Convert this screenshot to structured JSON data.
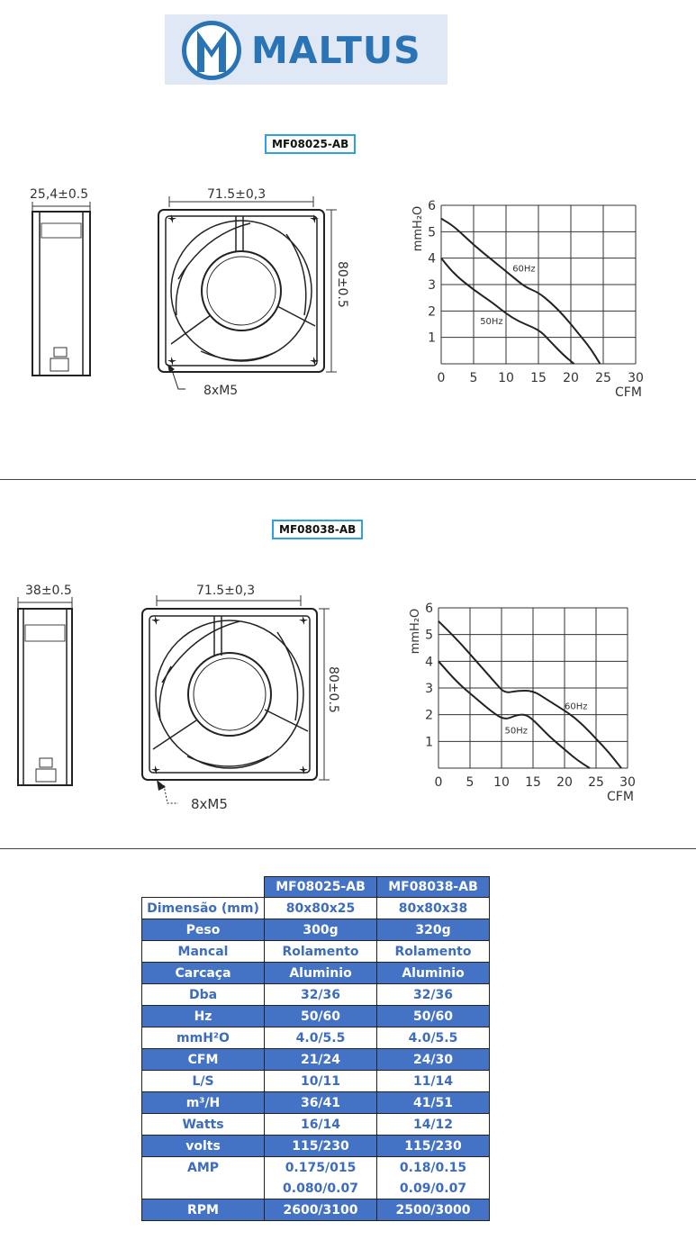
{
  "brand": {
    "name": "MALTUS",
    "mark": "M",
    "color": "#2a74b5"
  },
  "models": [
    {
      "tag": "MF08025-AB",
      "depth_dim": "25,4±0.5",
      "width_dim": "71.5±0,3",
      "height_dim": "80±0.5",
      "holes": "8xM5",
      "chart_data": {
        "type": "line",
        "ylabel": "mmH₂O",
        "xlabel": "CFM",
        "xlim": [
          0,
          30
        ],
        "ylim": [
          0,
          6
        ],
        "x_ticks": [
          "0",
          "5",
          "10",
          "15",
          "20",
          "25",
          "30"
        ],
        "y_ticks": [
          "1",
          "2",
          "3",
          "4",
          "5",
          "6"
        ],
        "series": [
          {
            "name": "60Hz",
            "points": [
              [
                0,
                5.5
              ],
              [
                2,
                5.2
              ],
              [
                5,
                4.5
              ],
              [
                8,
                3.9
              ],
              [
                11,
                3.3
              ],
              [
                13,
                2.9
              ],
              [
                15,
                2.7
              ],
              [
                17,
                2.3
              ],
              [
                19,
                1.8
              ],
              [
                21,
                1.2
              ],
              [
                23,
                0.6
              ],
              [
                24.5,
                0
              ]
            ]
          },
          {
            "name": "50Hz",
            "points": [
              [
                0,
                4.0
              ],
              [
                2,
                3.4
              ],
              [
                5,
                2.8
              ],
              [
                8,
                2.3
              ],
              [
                10,
                1.9
              ],
              [
                12,
                1.6
              ],
              [
                14,
                1.4
              ],
              [
                15.5,
                1.2
              ],
              [
                17,
                0.8
              ],
              [
                19,
                0.3
              ],
              [
                20.5,
                0
              ]
            ]
          }
        ],
        "grid": true
      }
    },
    {
      "tag": "MF08038-AB",
      "depth_dim": "38±0.5",
      "width_dim": "71.5±0,3",
      "height_dim": "80±0.5",
      "holes": "8xM5",
      "chart_data": {
        "type": "line",
        "ylabel": "mmH₂O",
        "xlabel": "CFM",
        "xlim": [
          0,
          30
        ],
        "ylim": [
          0,
          6
        ],
        "x_ticks": [
          "0",
          "5",
          "10",
          "15",
          "20",
          "25",
          "30"
        ],
        "y_ticks": [
          "1",
          "2",
          "3",
          "4",
          "5",
          "6"
        ],
        "series": [
          {
            "name": "60Hz",
            "points": [
              [
                0,
                5.5
              ],
              [
                3,
                4.8
              ],
              [
                6,
                4.0
              ],
              [
                9,
                3.2
              ],
              [
                10.5,
                2.8
              ],
              [
                12.5,
                2.9
              ],
              [
                15,
                2.9
              ],
              [
                17,
                2.6
              ],
              [
                19,
                2.3
              ],
              [
                21,
                2.0
              ],
              [
                23,
                1.6
              ],
              [
                25,
                1.1
              ],
              [
                27,
                0.6
              ],
              [
                29,
                0
              ]
            ]
          },
          {
            "name": "50Hz",
            "points": [
              [
                0,
                4.0
              ],
              [
                3,
                3.2
              ],
              [
                6,
                2.6
              ],
              [
                8.5,
                2.1
              ],
              [
                10.5,
                1.8
              ],
              [
                12.5,
                2.0
              ],
              [
                14,
                2.0
              ],
              [
                15.5,
                1.7
              ],
              [
                17.5,
                1.2
              ],
              [
                20,
                0.7
              ],
              [
                22,
                0.3
              ],
              [
                24,
                0
              ]
            ]
          }
        ],
        "grid": true
      }
    }
  ],
  "spec_table": {
    "headers": [
      "",
      "MF08025-AB",
      "MF08038-AB"
    ],
    "rows": [
      [
        "Dimensão (mm)",
        "80x80x25",
        "80x80x38"
      ],
      [
        "Peso",
        "300g",
        "320g"
      ],
      [
        "Mancal",
        "Rolamento",
        "Rolamento"
      ],
      [
        "Carcaça",
        "Aluminio",
        "Aluminio"
      ],
      [
        "Dba",
        "32/36",
        "32/36"
      ],
      [
        "Hz",
        "50/60",
        "50/60"
      ],
      [
        "mmH²O",
        "4.0/5.5",
        "4.0/5.5"
      ],
      [
        "CFM",
        "21/24",
        "24/30"
      ],
      [
        "L/S",
        "10/11",
        "11/14"
      ],
      [
        "m³/H",
        "36/41",
        "41/51"
      ],
      [
        "Watts",
        "16/14",
        "14/12"
      ],
      [
        "volts",
        "115/230",
        "115/230"
      ],
      [
        "AMP",
        "0.175/015",
        "0.18/0.15"
      ],
      [
        "",
        "0.080/0.07",
        "0.09/0.07"
      ],
      [
        "RPM",
        "2600/3100",
        "2500/3000"
      ]
    ]
  }
}
